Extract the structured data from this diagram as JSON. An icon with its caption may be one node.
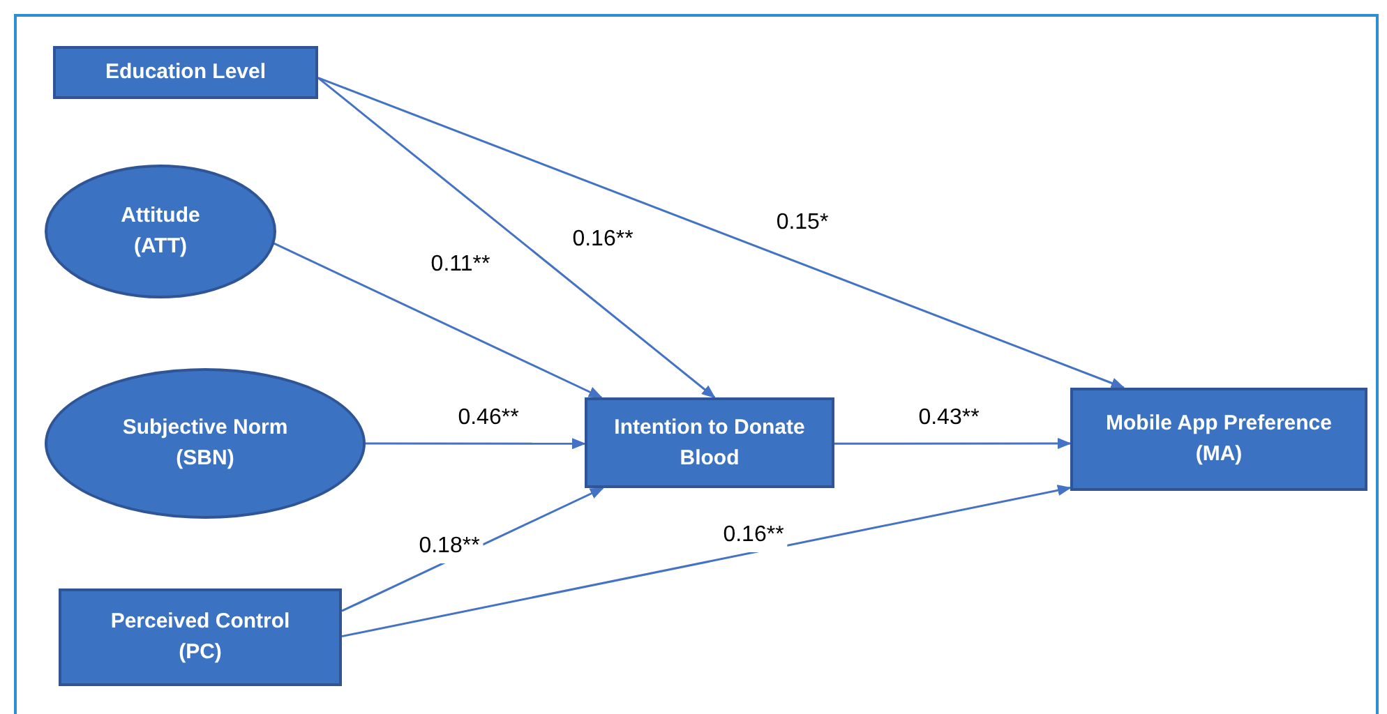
{
  "diagram": {
    "nodes": [
      {
        "text": [
          "Education Level"
        ]
      },
      {
        "text": [
          "Attitude",
          "(ATT)"
        ]
      },
      {
        "text": [
          "Subjective Norm",
          "(SBN)"
        ]
      },
      {
        "text": [
          "Intention to Donate Blood"
        ]
      },
      {
        "text": [
          "Mobile App Preference",
          "(MA)"
        ]
      },
      {
        "text": [
          "Perceived Control",
          "(PC)"
        ]
      }
    ],
    "edges": [
      {
        "from": 0,
        "to": 3,
        "arrow": "to",
        "label": "0.16**"
      },
      {
        "from": 0,
        "to": 4,
        "arrow": "to",
        "label": "0.15*"
      },
      {
        "from": 1,
        "to": 3,
        "arrow": "to",
        "label": "0.11**"
      },
      {
        "from": 2,
        "to": 3,
        "arrow": "to",
        "label": "0.46**"
      },
      {
        "from": 3,
        "to": 4,
        "arrow": "to",
        "label": "0.43**"
      },
      {
        "from": 5,
        "to": 3,
        "arrow": "to",
        "label": "0.18**"
      },
      {
        "from": 5,
        "to": 4,
        "arrow": "to",
        "label": "0.16**"
      }
    ]
  }
}
